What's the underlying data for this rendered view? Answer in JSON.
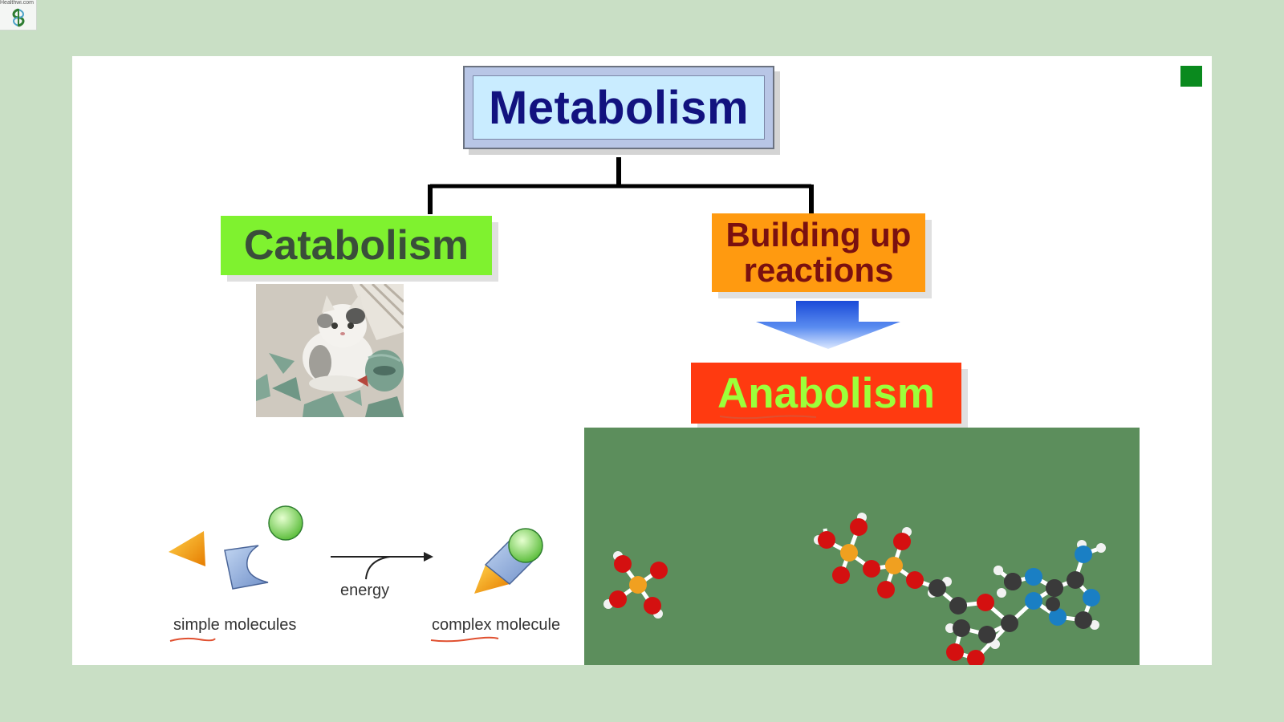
{
  "background_color": "#c9dfc5",
  "slide_color": "#ffffff",
  "logo": {
    "text": "Healthwi.com",
    "icon": "leaf-caduceus-icon"
  },
  "title": {
    "text": "Metabolism",
    "text_color": "#12127f",
    "box_color": "#c9ecff"
  },
  "catabolism": {
    "text": "Catabolism",
    "box_color": "#7ff22f",
    "text_color": "#3a4e3a",
    "image": "cat-with-broken-vase"
  },
  "building_up": {
    "line1": "Building up",
    "line2": "reactions",
    "box_color": "#ff9a10",
    "text_color": "#7a1010"
  },
  "anabolism": {
    "text": "Anabolism",
    "box_color": "#ff3a10",
    "text_color": "#9cff3a",
    "arrow_icon": "down-arrow-icon"
  },
  "reaction_diagram": {
    "simple_label": "simple molecules",
    "energy_label": "energy",
    "complex_label": "complex molecule"
  },
  "molecule_panel": {
    "background": "#5c8e5c",
    "content": "atp-molecule-model"
  },
  "corner_marker_color": "#0a8a1e"
}
